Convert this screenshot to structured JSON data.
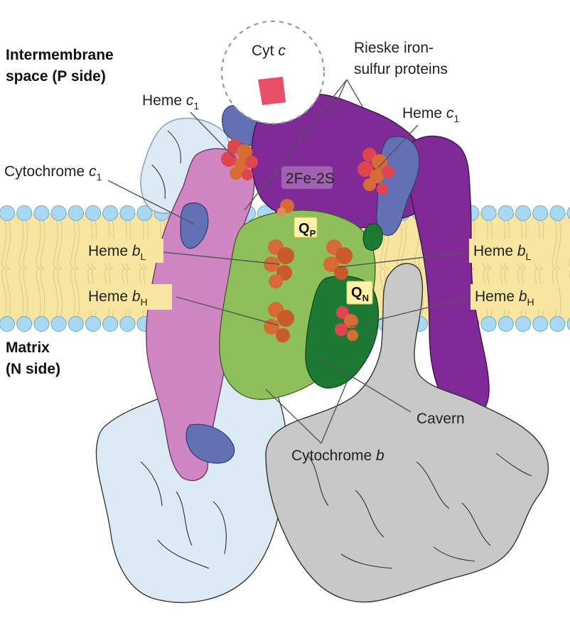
{
  "regions": {
    "p_side": [
      "Intermembrane",
      "space (P side)"
    ],
    "n_side": [
      "Matrix",
      "(N side)"
    ]
  },
  "labels": {
    "cyt_c": {
      "text": "Cyt ",
      "italic": "c",
      "sub": ""
    },
    "rieske": [
      "Rieske iron-",
      "sulfur proteins"
    ],
    "heme_c1_left": {
      "text": "Heme ",
      "italic": "c",
      "sub": "1"
    },
    "heme_c1_right": {
      "text": "Heme ",
      "italic": "c",
      "sub": "1"
    },
    "cytochrome_c1": {
      "text": "Cytochrome ",
      "italic": "c",
      "sub": "1"
    },
    "fes": "2Fe-2S",
    "qp": {
      "main": "Q",
      "sub": "P"
    },
    "qn": {
      "main": "Q",
      "sub": "N"
    },
    "heme_bl_left": {
      "text": "Heme ",
      "italic": "b",
      "sub": "L"
    },
    "heme_bl_right": {
      "text": "Heme ",
      "italic": "b",
      "sub": "L"
    },
    "heme_bh_left": {
      "text": "Heme ",
      "italic": "b",
      "sub": "H"
    },
    "heme_bh_right": {
      "text": "Heme ",
      "italic": "b",
      "sub": "H"
    },
    "cavern": "Cavern",
    "cytochrome_b": {
      "text": "Cytochrome ",
      "italic": "b",
      "sub": ""
    }
  },
  "colors": {
    "membrane_core": "#f8e6a0",
    "membrane_head": "#a9d8f2",
    "pale_blue": "#dbeaf5",
    "gray": "#c8c8c8",
    "pink": "#cf86c2",
    "slate_blue": "#6470b4",
    "purple": "#7f2a97",
    "light_green": "#8dbf5a",
    "dark_green": "#1d7a34",
    "heme_orange": "#d66b36",
    "heme_red": "#e0444e",
    "cyt_c_square": "#ea4f6a"
  }
}
